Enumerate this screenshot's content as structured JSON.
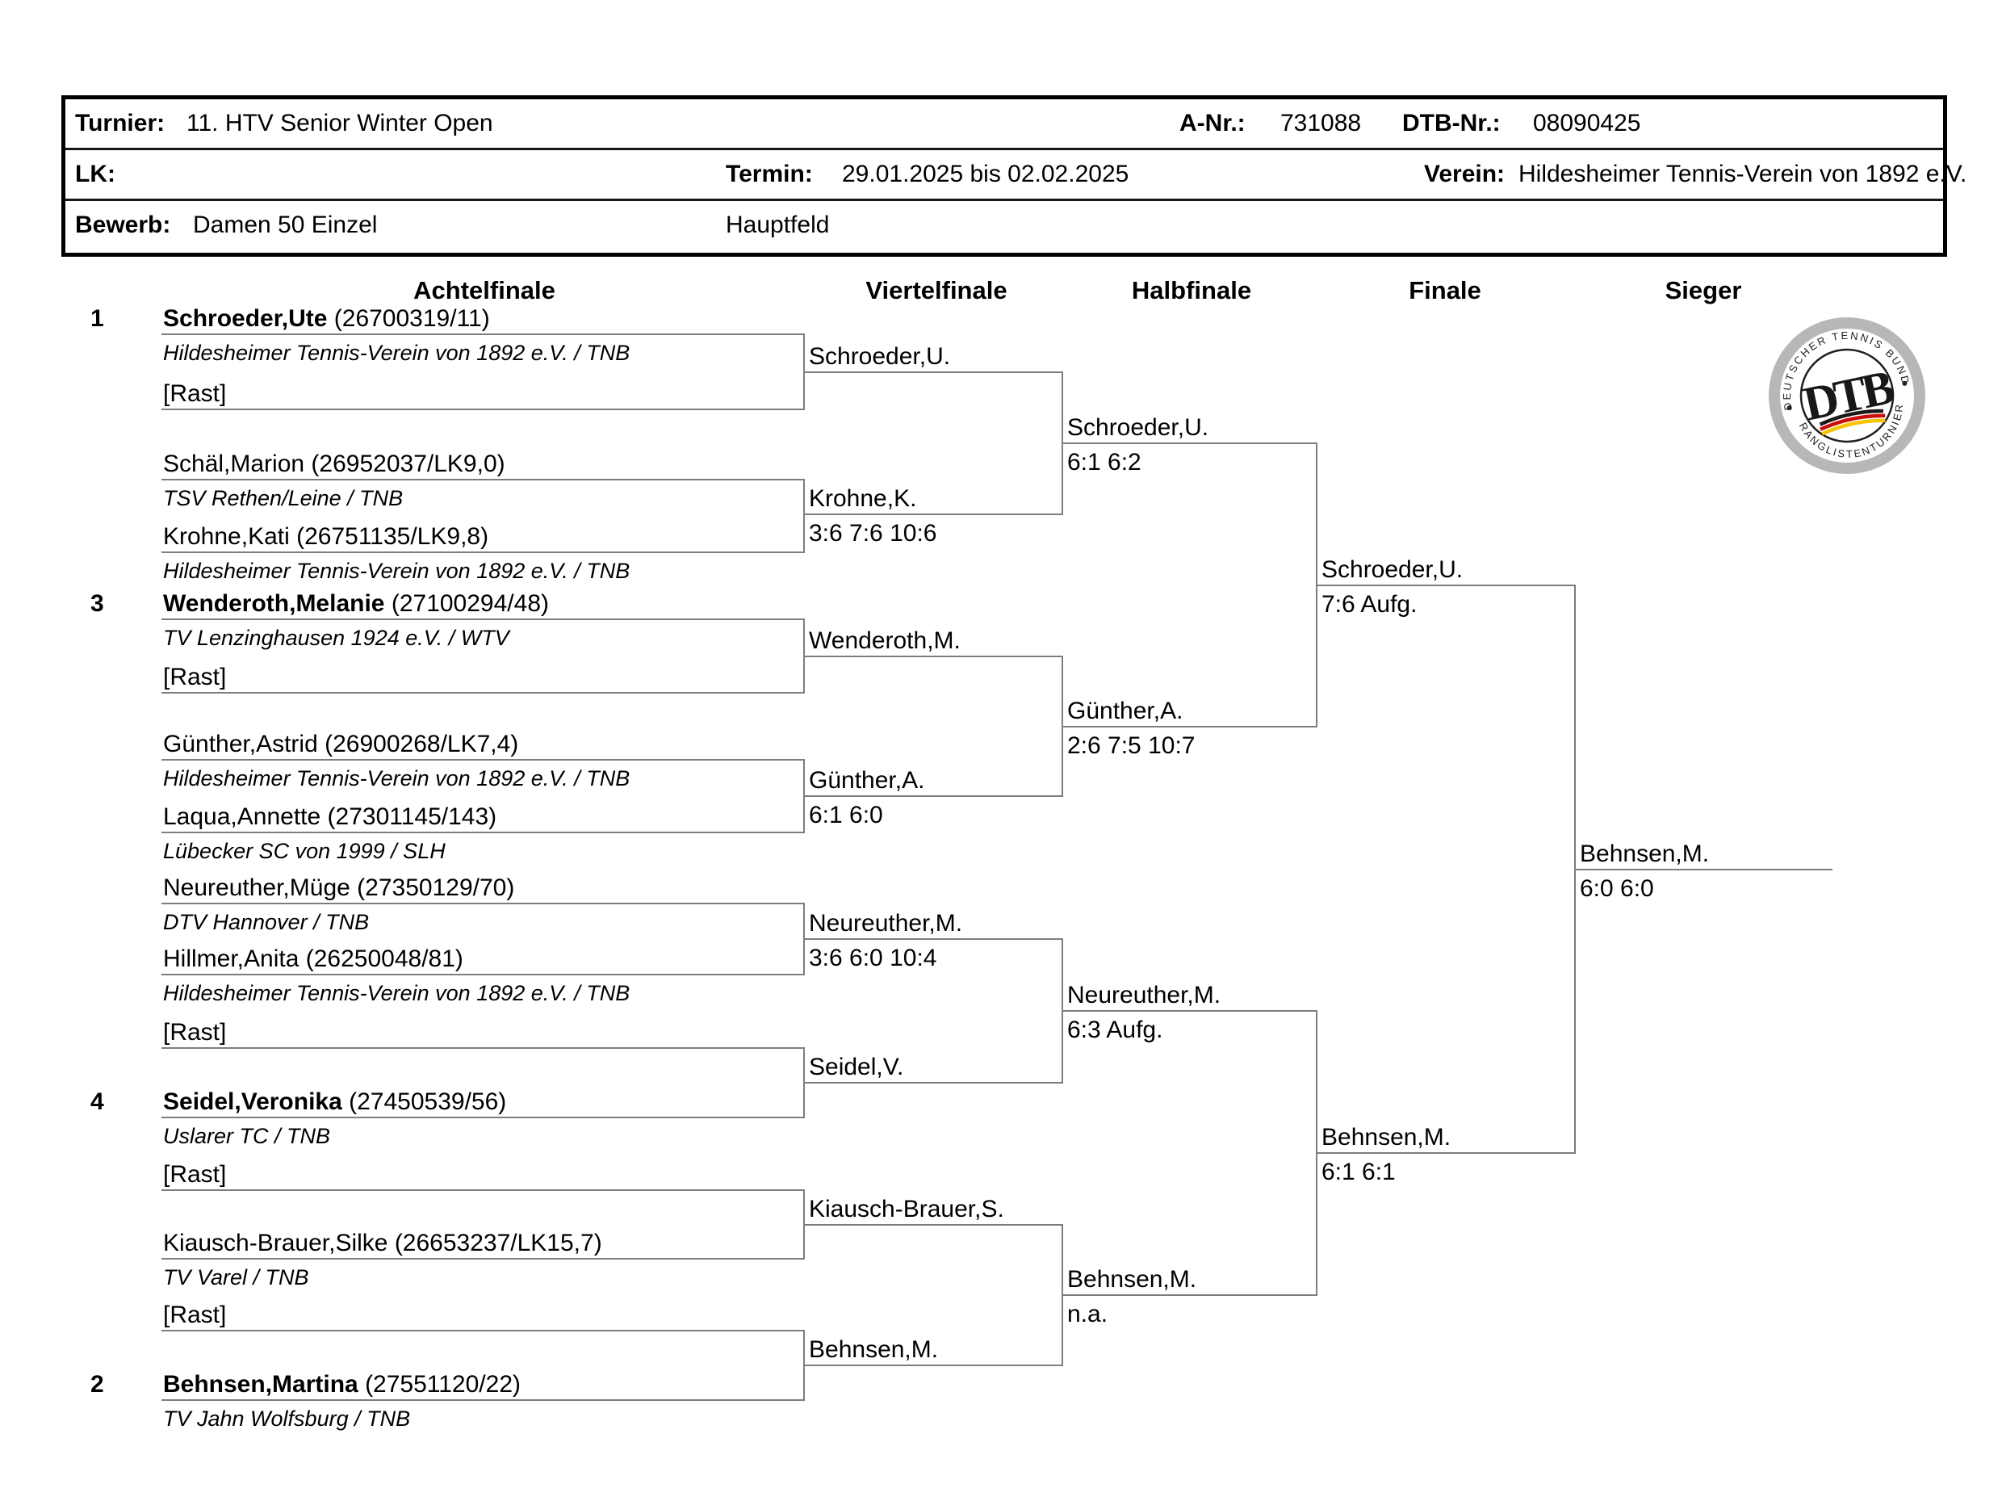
{
  "header": {
    "turnier_label": "Turnier:",
    "turnier": "11. HTV Senior Winter Open",
    "anr_label": "A-Nr.:",
    "anr": "731088",
    "dtb_label": "DTB-Nr.:",
    "dtb": "08090425",
    "lk_label": "LK:",
    "lk": "",
    "termin_label": "Termin:",
    "termin": "29.01.2025 bis 02.02.2025",
    "verein_label": "Verein:",
    "verein": "Hildesheimer Tennis-Verein von 1892 e.V.",
    "bewerb_label": "Bewerb:",
    "bewerb": "Damen 50 Einzel",
    "feld": "Hauptfeld"
  },
  "rounds": [
    "Achtelfinale",
    "Viertelfinale",
    "Halbfinale",
    "Finale",
    "Sieger"
  ],
  "logo": {
    "top_text": "DEUTSCHER TENNIS BUND",
    "bottom_text": "RANGLISTENTURNIER",
    "center": "DTB"
  },
  "bracket": {
    "r1": [
      {
        "seed": "1",
        "name": "Schroeder,Ute",
        "rating": "(26700319/11)",
        "club": "Hildesheimer Tennis-Verein von 1892 e.V. / TNB"
      },
      {
        "seed": "",
        "name": "[Rast]",
        "rating": "",
        "club": ""
      },
      {
        "seed": "",
        "name": "Schäl,Marion",
        "rating": "(26952037/LK9,0)",
        "club": "TSV Rethen/Leine / TNB"
      },
      {
        "seed": "",
        "name": "Krohne,Kati",
        "rating": "(26751135/LK9,8)",
        "club": "Hildesheimer Tennis-Verein von 1892 e.V. / TNB"
      },
      {
        "seed": "3",
        "name": "Wenderoth,Melanie",
        "rating": "(27100294/48)",
        "club": "TV Lenzinghausen 1924 e.V. / WTV"
      },
      {
        "seed": "",
        "name": "[Rast]",
        "rating": "",
        "club": ""
      },
      {
        "seed": "",
        "name": "Günther,Astrid",
        "rating": "(26900268/LK7,4)",
        "club": "Hildesheimer Tennis-Verein von 1892 e.V. / TNB"
      },
      {
        "seed": "",
        "name": "Laqua,Annette",
        "rating": "(27301145/143)",
        "club": "Lübecker SC von 1999 / SLH"
      },
      {
        "seed": "",
        "name": "Neureuther,Müge",
        "rating": "(27350129/70)",
        "club": "DTV Hannover / TNB"
      },
      {
        "seed": "",
        "name": "Hillmer,Anita",
        "rating": "(26250048/81)",
        "club": "Hildesheimer Tennis-Verein von 1892 e.V. / TNB"
      },
      {
        "seed": "",
        "name": "[Rast]",
        "rating": "",
        "club": ""
      },
      {
        "seed": "4",
        "name": "Seidel,Veronika",
        "rating": "(27450539/56)",
        "club": "Uslarer TC / TNB"
      },
      {
        "seed": "",
        "name": "[Rast]",
        "rating": "",
        "club": ""
      },
      {
        "seed": "",
        "name": "Kiausch-Brauer,Silke",
        "rating": "(26653237/LK15,7)",
        "club": "TV Varel / TNB"
      },
      {
        "seed": "",
        "name": "[Rast]",
        "rating": "",
        "club": ""
      },
      {
        "seed": "2",
        "name": "Behnsen,Martina",
        "rating": "(27551120/22)",
        "club": "TV Jahn Wolfsburg / TNB"
      }
    ],
    "qf": [
      {
        "name": "Schroeder,U.",
        "score": ""
      },
      {
        "name": "Krohne,K.",
        "score": "3:6 7:6 10:6"
      },
      {
        "name": "Wenderoth,M.",
        "score": ""
      },
      {
        "name": "Günther,A.",
        "score": "6:1 6:0"
      },
      {
        "name": "Neureuther,M.",
        "score": "3:6 6:0 10:4"
      },
      {
        "name": "Seidel,V.",
        "score": ""
      },
      {
        "name": "Kiausch-Brauer,S.",
        "score": ""
      },
      {
        "name": "Behnsen,M.",
        "score": ""
      }
    ],
    "sf": [
      {
        "name": "Schroeder,U.",
        "score": "6:1 6:2"
      },
      {
        "name": "Günther,A.",
        "score": "2:6 7:5 10:7"
      },
      {
        "name": "Neureuther,M.",
        "score": "6:3 Aufg."
      },
      {
        "name": "Behnsen,M.",
        "score": "n.a."
      }
    ],
    "f": [
      {
        "name": "Schroeder,U.",
        "score": "7:6 Aufg."
      },
      {
        "name": "Behnsen,M.",
        "score": "6:1 6:1"
      }
    ],
    "winner": {
      "name": "Behnsen,M.",
      "score": "6:0 6:0"
    }
  }
}
